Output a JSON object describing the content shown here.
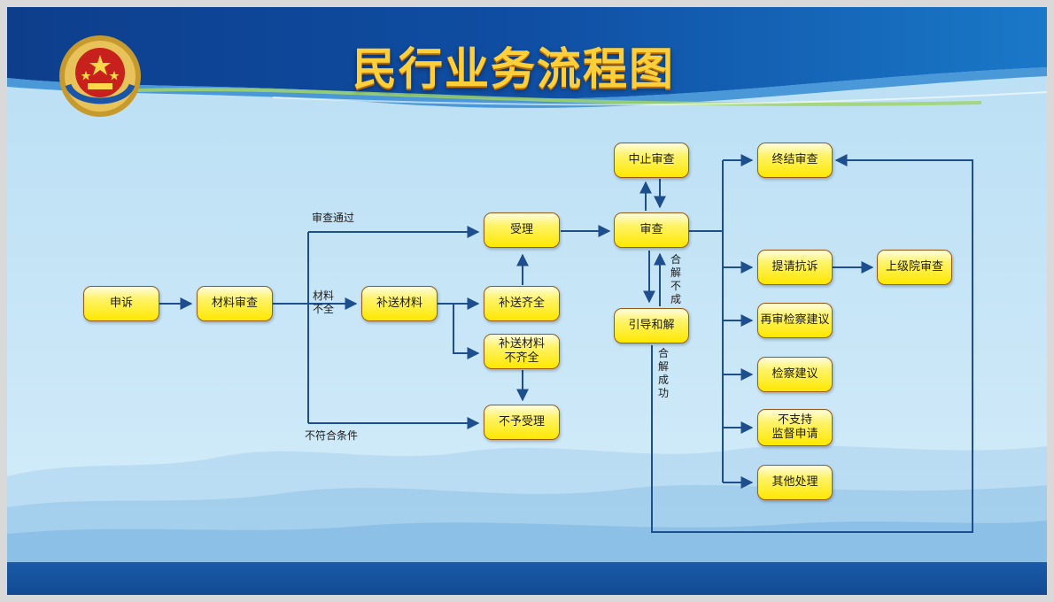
{
  "title": "民行业务流程图",
  "nodes": {
    "appeal": "申诉",
    "material_review": "材料审查",
    "supplement": "补送材料",
    "supp_complete": "补送齐全",
    "supp_incomplete": "补送材料\n不齐全",
    "accept": "受理",
    "reject": "不予受理",
    "review": "审查",
    "suspend": "中止审查",
    "mediation": "引导和解",
    "terminate": "终结审查",
    "protest": "提请抗诉",
    "higher_review": "上级院审查",
    "retrial": "再审检察建议",
    "procuratorial": "检察建议",
    "no_support": "不支持\n监督申请",
    "other": "其他处理"
  },
  "edge_labels": {
    "pass": "审查通过",
    "incomplete": "材料\n不全",
    "unqualified": "不符合条件",
    "mediation_fail": "合解不成",
    "mediation_success": "合解成功"
  },
  "colors": {
    "node_fill": "#ffe800",
    "node_border": "#9a5a14",
    "arrow": "#1d4f8f",
    "title": "#ffcf3a",
    "header_blue": "#0f4ea3"
  },
  "icons": {
    "emblem": "procuratorate-emblem"
  }
}
